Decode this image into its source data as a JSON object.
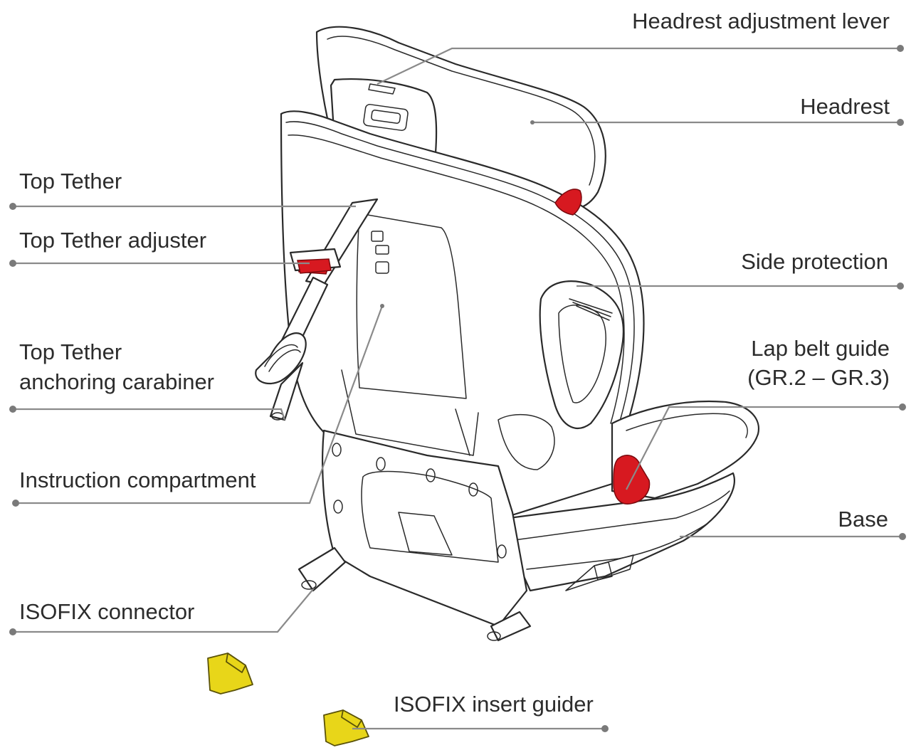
{
  "labels": {
    "headrest_adjustment_lever": "Headrest adjustment lever",
    "headrest": "Headrest",
    "top_tether": "Top Tether",
    "top_tether_adjuster": "Top Tether adjuster",
    "side_protection": "Side protection",
    "carabiner_line1": "Top Tether",
    "carabiner_line2": "anchoring  carabiner",
    "lap_belt_guide_line1": "Lap belt guide",
    "lap_belt_guide_line2": "(GR.2 – GR.3)",
    "instruction_compartment": "Instruction compartment",
    "base": "Base",
    "isofix_connector": "ISOFIX connector",
    "isofix_insert_guider": "ISOFIX insert guider"
  },
  "colors": {
    "highlight_red": "#d71920",
    "guider_yellow": "#e8d619",
    "leader_gray": "#8a8a8a",
    "text": "#2c2c2c"
  }
}
